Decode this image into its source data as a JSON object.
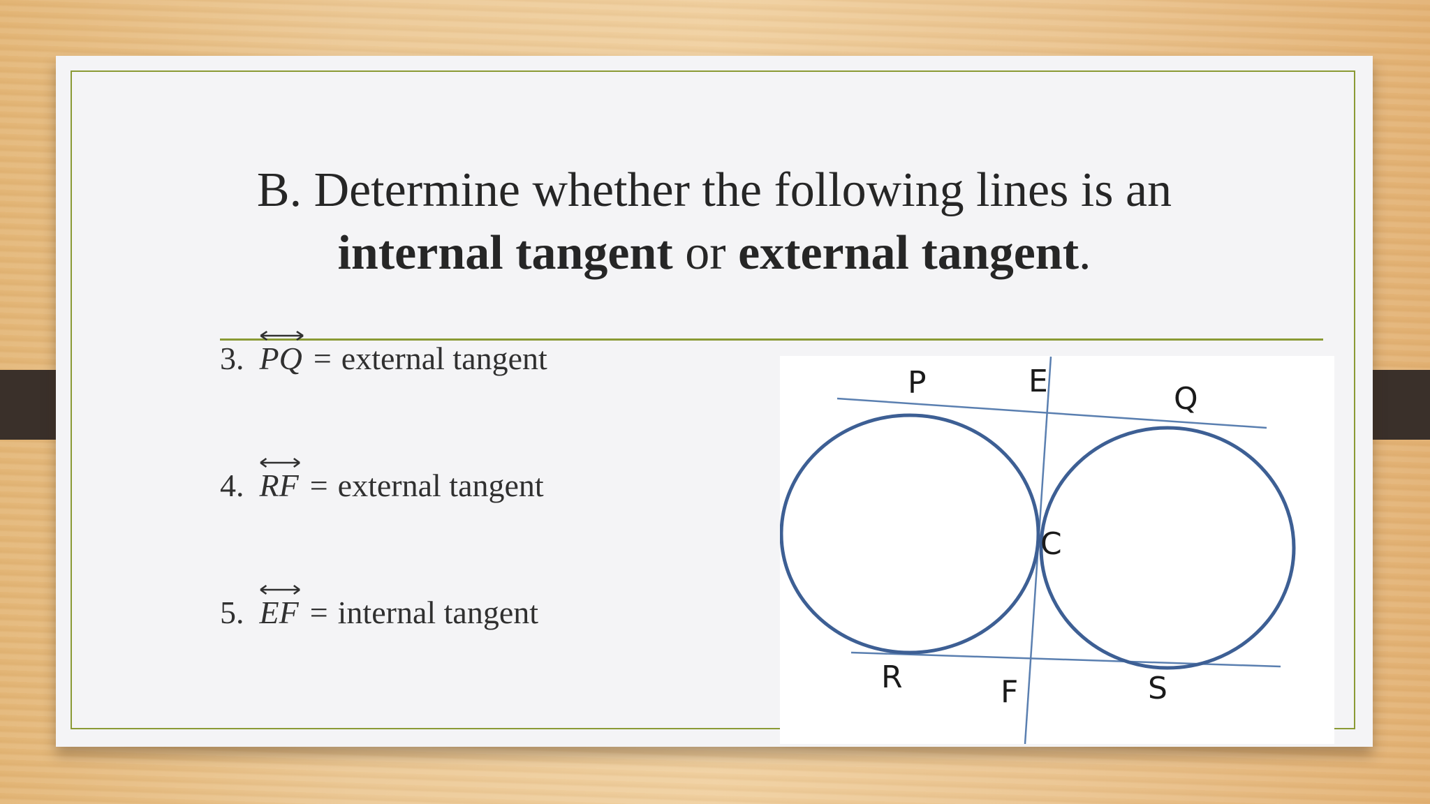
{
  "slide": {
    "title_line1": "B. Determine whether the following lines is an",
    "title_bold1": "internal tangent",
    "title_mid": " or ",
    "title_bold2": "external tangent",
    "title_end": "."
  },
  "items": [
    {
      "number": "3.",
      "line": "PQ",
      "equals": "=",
      "answer": "external tangent"
    },
    {
      "number": "4.",
      "line": "RF",
      "equals": "=",
      "answer": "external tangent"
    },
    {
      "number": "5.",
      "line": "EF",
      "equals": "=",
      "answer": "internal tangent"
    }
  ],
  "diagram": {
    "labels": {
      "P": "P",
      "E": "E",
      "Q": "Q",
      "C": "C",
      "R": "R",
      "F": "F",
      "S": "S"
    },
    "stroke_color": "#3d5f94",
    "line_color": "#5a7fb0"
  },
  "colors": {
    "frame": "#8a9a34",
    "text": "#262626"
  }
}
